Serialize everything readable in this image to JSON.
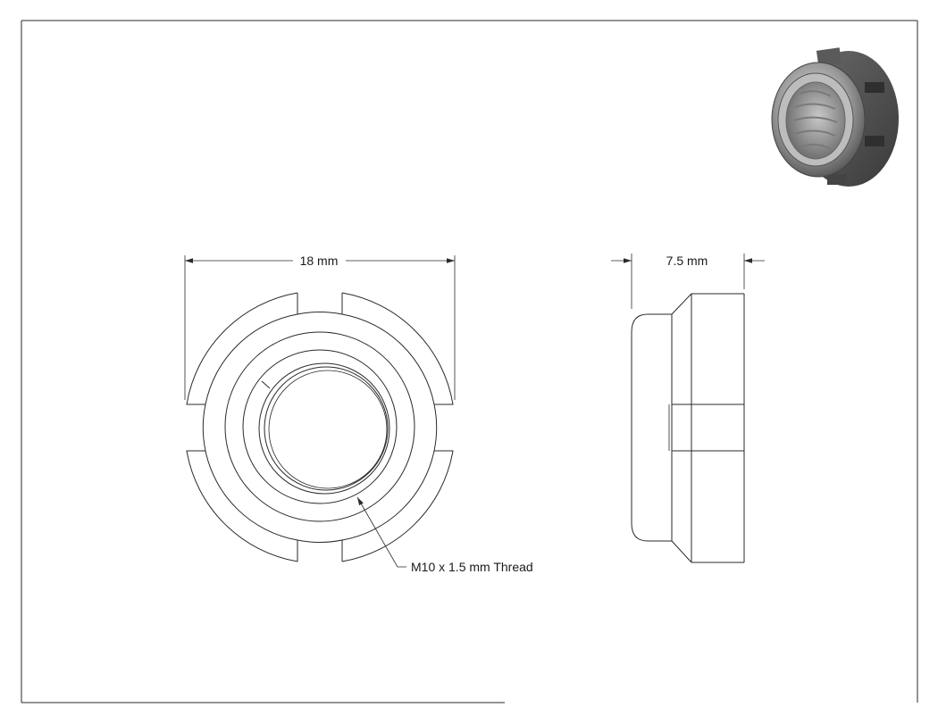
{
  "drawing": {
    "dim_diameter": "18 mm",
    "dim_thickness": "7.5 mm",
    "thread_callout": "M10 x 1.5 mm Thread"
  },
  "colors": {
    "line": "#2a2a2a",
    "paper": "#ffffff",
    "render_dark": "#4a4a4a",
    "render_light": "#d9d9d9"
  }
}
